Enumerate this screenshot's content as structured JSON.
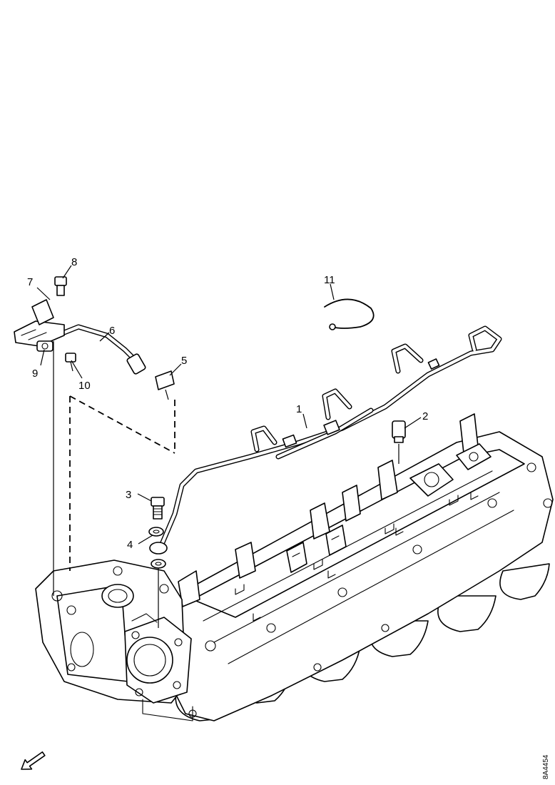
{
  "callouts": [
    {
      "id": "1",
      "label": "1"
    },
    {
      "id": "2",
      "label": "2"
    },
    {
      "id": "3",
      "label": "3"
    },
    {
      "id": "4",
      "label": "4"
    },
    {
      "id": "5",
      "label": "5"
    },
    {
      "id": "6",
      "label": "6"
    },
    {
      "id": "7",
      "label": "7"
    },
    {
      "id": "8",
      "label": "8"
    },
    {
      "id": "9",
      "label": "9"
    },
    {
      "id": "10",
      "label": "10"
    },
    {
      "id": "11",
      "label": "11"
    }
  ],
  "figure_code": "8A4454",
  "icons": {
    "direction_arrow": "arrow-down-left-icon"
  }
}
